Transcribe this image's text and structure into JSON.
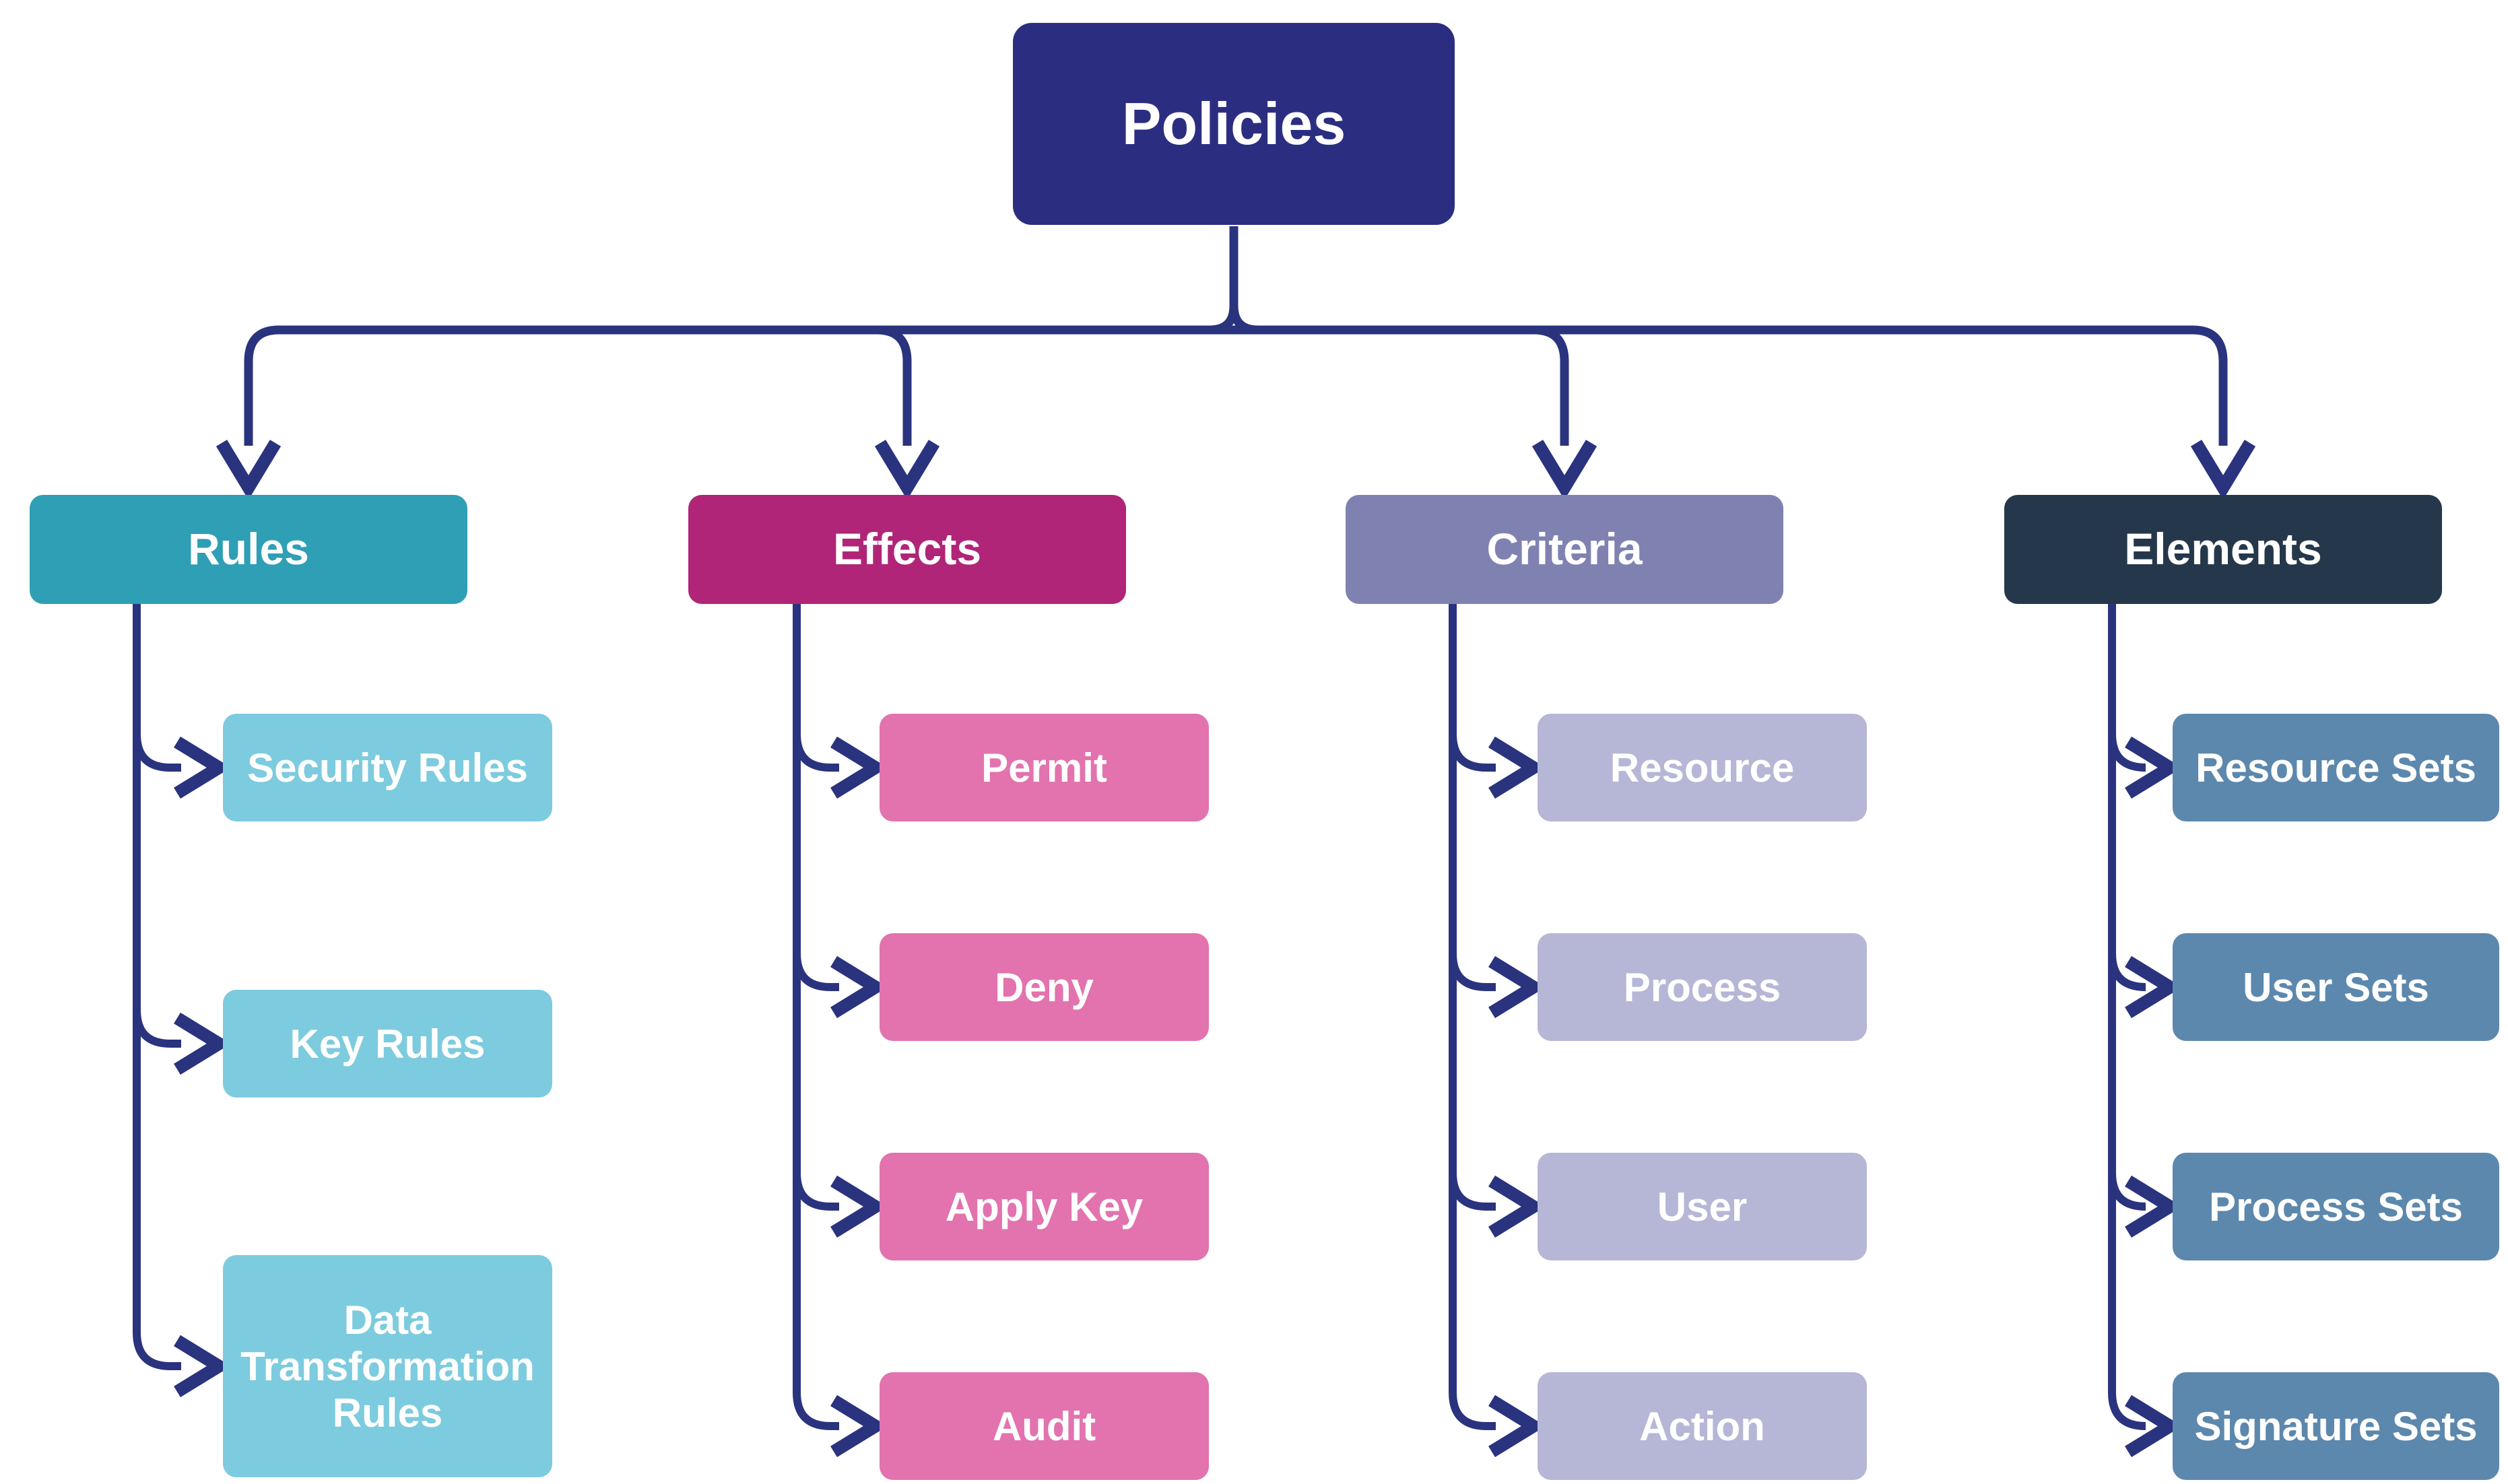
{
  "colors": {
    "background": "#ffffff",
    "connector": "#2A337E",
    "text": "#ffffff",
    "policies": "#2B2E80",
    "rules": "#2E9FB4",
    "rules-child": "#7DCBDE",
    "effects": "#B02578",
    "effects-child": "#E273AE",
    "criteria": "#7F82B1",
    "criteria-child": "#B6B7D6",
    "elements": "#25384B",
    "elements-child": "#5D88AD"
  },
  "root": {
    "label": "Policies"
  },
  "columns": [
    {
      "label": "Rules",
      "children": [
        {
          "label": "Security Rules"
        },
        {
          "label": "Key Rules"
        },
        {
          "label": "Data Transformation Rules"
        }
      ]
    },
    {
      "label": "Effects",
      "children": [
        {
          "label": "Permit"
        },
        {
          "label": "Deny"
        },
        {
          "label": "Apply Key"
        },
        {
          "label": "Audit"
        }
      ]
    },
    {
      "label": "Criteria",
      "children": [
        {
          "label": "Resource"
        },
        {
          "label": "Process"
        },
        {
          "label": "User"
        },
        {
          "label": "Action"
        }
      ]
    },
    {
      "label": "Elements",
      "children": [
        {
          "label": "Resource Sets"
        },
        {
          "label": "User Sets"
        },
        {
          "label": "Process Sets"
        },
        {
          "label": "Signature Sets"
        }
      ]
    }
  ]
}
